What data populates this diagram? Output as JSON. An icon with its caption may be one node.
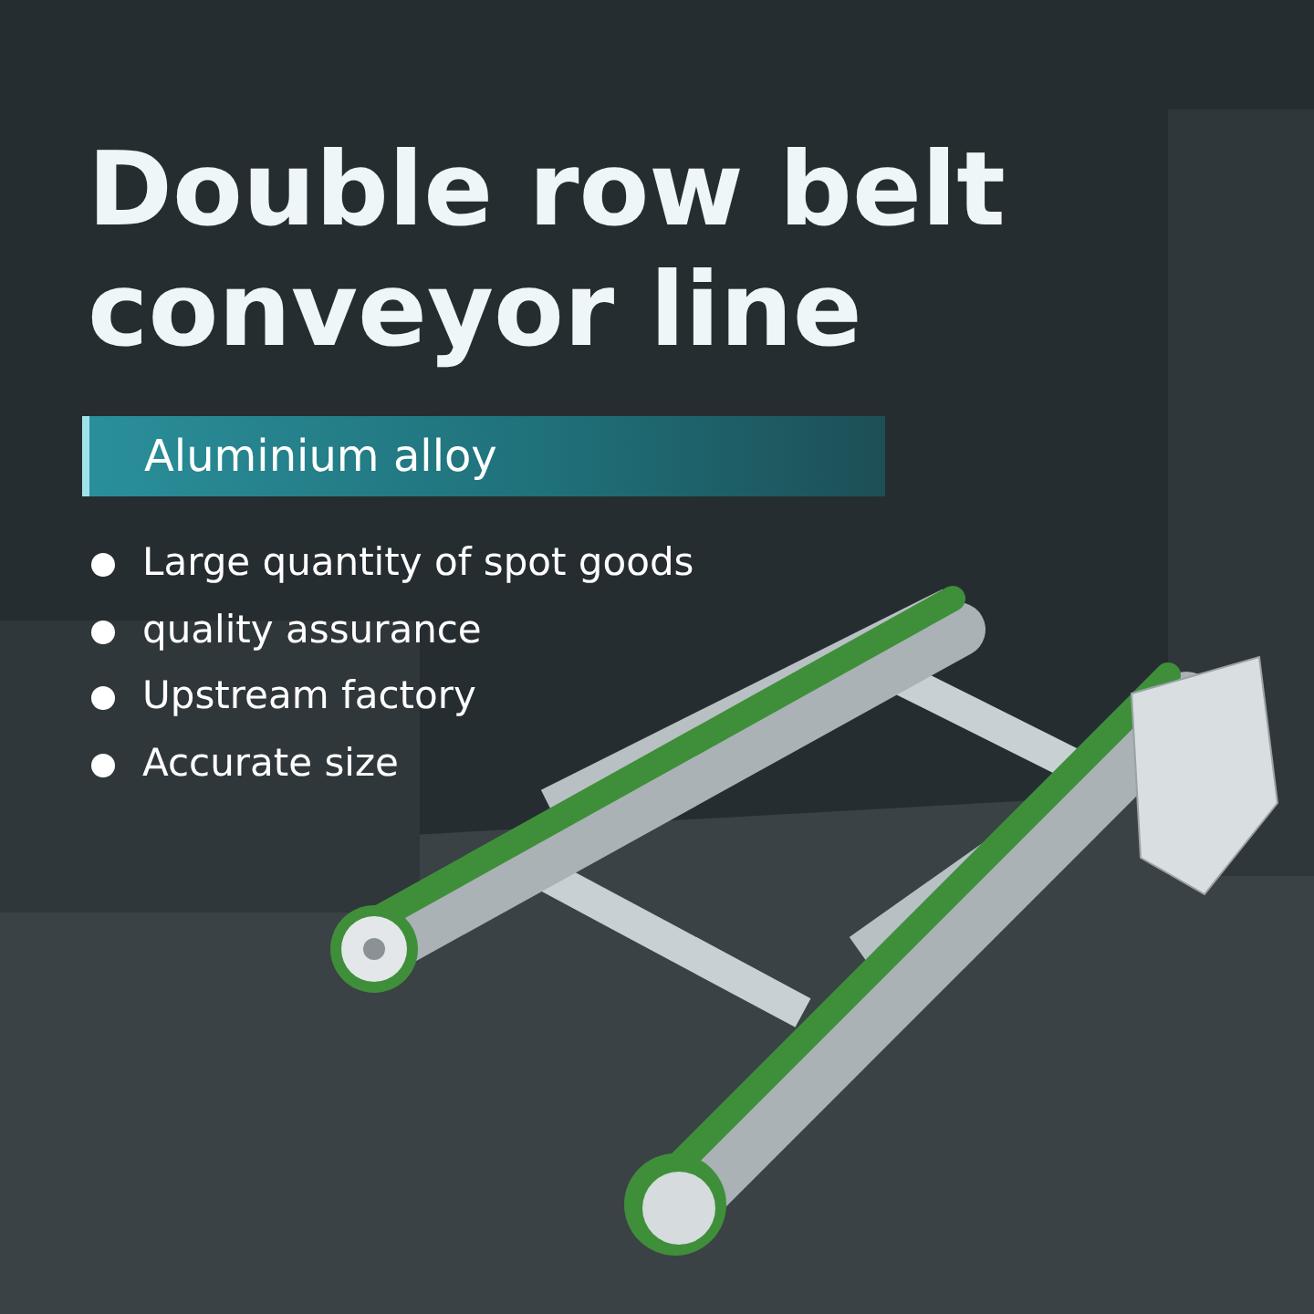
{
  "diagram": {
    "title": "Double row belt conveyor line",
    "nodes": [
      {
        "text": [
          "Aluminium alloy"
        ]
      }
    ],
    "labels": [
      "Large quantity of spot goods",
      "quality assurance",
      "Upstream factory",
      "Accurate size"
    ]
  }
}
